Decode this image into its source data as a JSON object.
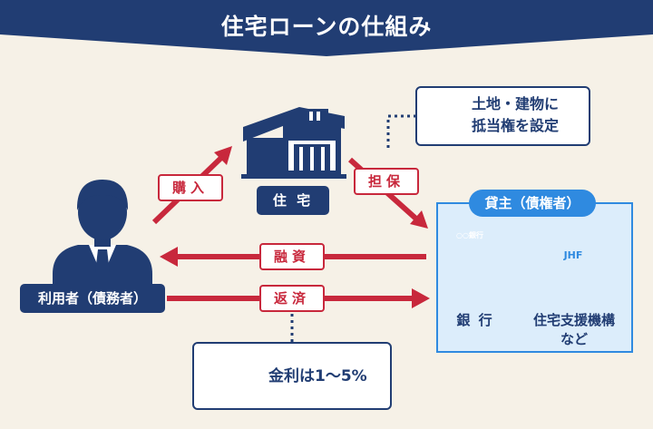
{
  "title": "住宅ローンの仕組み",
  "nodes": {
    "house": "住 宅",
    "borrower": "利用者（債務者）",
    "collateral_line1": "土地・建物に",
    "collateral_line2": "抵当権を設定",
    "lender_title": "貸主（債権者）",
    "bank": "銀 行",
    "jhf_line1": "住宅支援機構",
    "jhf_line2": "など",
    "bank_sign": "○○銀行",
    "jhf_logo": "JHF",
    "interest": "金利は1〜5%"
  },
  "edges": {
    "purchase": "購入",
    "collateral": "担保",
    "loan": "融資",
    "repayment": "返済"
  },
  "icons": [
    "person-icon",
    "house-icon",
    "certificate-icon",
    "bank-building-icon",
    "jhf-building-icon",
    "coins-icon"
  ],
  "colors": {
    "navy": "#213d73",
    "red": "#c8283c",
    "blue": "#2f8ae0",
    "light_blue": "#dcedfb",
    "background": "#f6f1e7"
  }
}
